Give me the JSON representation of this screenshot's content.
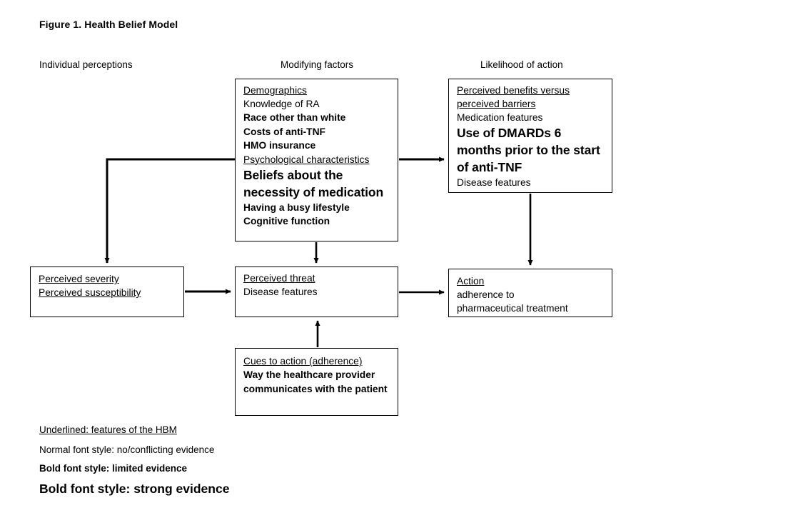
{
  "figure": {
    "title": "Figure 1. Health Belief Model"
  },
  "columns": [
    {
      "label": "Individual perceptions"
    },
    {
      "label": "Modifying factors"
    },
    {
      "label": "Likelihood of action"
    }
  ],
  "boxes": {
    "modifying_factors": {
      "name": "Modifying factors",
      "lines": [
        {
          "text": "Demographics",
          "style": "underlined"
        },
        {
          "text": "Knowledge of RA",
          "style": "normal"
        },
        {
          "text": "Race other than white",
          "style": "limited"
        },
        {
          "text": "Costs of anti-TNF",
          "style": "limited"
        },
        {
          "text": "HMO insurance",
          "style": "limited"
        },
        {
          "text": "Psychological characteristics",
          "style": "underlined"
        },
        {
          "text": "Beliefs about the necessity of medication",
          "style": "strong"
        },
        {
          "text": "Having a busy lifestyle",
          "style": "limited"
        },
        {
          "text": "Cognitive function",
          "style": "limited"
        }
      ]
    },
    "likelihood_of_action": {
      "name": "Likelihood of action",
      "lines": [
        {
          "text": "Perceived benefits versus",
          "style": "underlined"
        },
        {
          "text": "perceived barriers",
          "style": "underlined"
        },
        {
          "text": "Medication features",
          "style": "normal"
        },
        {
          "text": "Use of DMARDs 6 months prior to the start of anti-TNF",
          "style": "strong"
        },
        {
          "text": "Disease features",
          "style": "normal"
        }
      ]
    },
    "individual_perceptions": {
      "name": "Individual perceptions",
      "lines": [
        {
          "text": "Perceived severity",
          "style": "underlined"
        },
        {
          "text": "Perceived susceptibility",
          "style": "underlined"
        }
      ]
    },
    "perceived_threat": {
      "name": "Perceived threat",
      "lines": [
        {
          "text": "Perceived threat",
          "style": "underlined"
        },
        {
          "text": "Disease features",
          "style": "normal"
        }
      ]
    },
    "action": {
      "name": "Action",
      "lines": [
        {
          "text": "Action",
          "style": "underlined"
        },
        {
          "text": "adherence to",
          "style": "normal"
        },
        {
          "text": "pharmaceutical treatment",
          "style": "normal"
        }
      ]
    },
    "cues_to_action": {
      "name": "Cues to action",
      "lines": [
        {
          "text": "Cues to action (adherence)",
          "style": "underlined"
        },
        {
          "text": "Way the healthcare provider communicates with the patient",
          "style": "limited"
        }
      ]
    }
  },
  "legend": {
    "underlined": "Underlined: features of the HBM",
    "normal": "Normal font style: no/conflicting evidence",
    "limited": "Bold font style: limited evidence",
    "strong": "Bold font style: strong evidence"
  },
  "colors": {
    "stroke": "#000000",
    "background": "#ffffff",
    "text": "#000000"
  },
  "arrows": [
    {
      "name": "modifying-to-perceptions",
      "path": "elbow-left-down"
    },
    {
      "name": "modifying-to-likelihood",
      "path": "right"
    },
    {
      "name": "modifying-to-threat",
      "path": "down"
    },
    {
      "name": "perceptions-to-threat",
      "path": "right"
    },
    {
      "name": "threat-to-action",
      "path": "right"
    },
    {
      "name": "likelihood-to-action",
      "path": "down"
    },
    {
      "name": "cues-to-threat",
      "path": "up"
    }
  ]
}
